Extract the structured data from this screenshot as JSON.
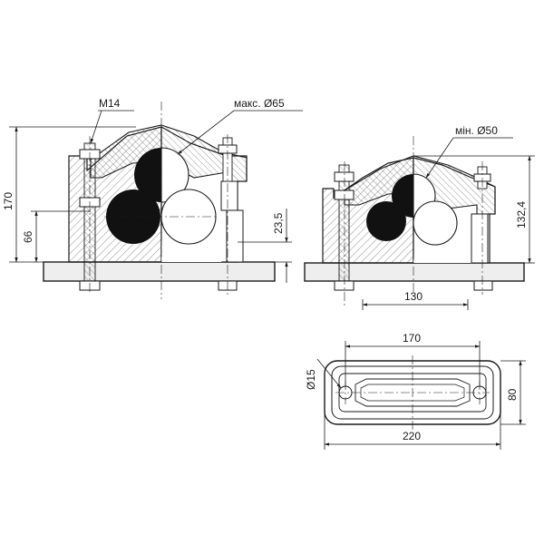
{
  "drawing": {
    "title": "",
    "labels": {
      "bolt": "M14",
      "max_diameter": "макс. Ø65",
      "min_diameter": "мін. Ø50",
      "hole_diameter": "Ø15"
    },
    "dimensions": {
      "left_height_total": "170",
      "left_height_base": "66",
      "left_height_small": "23,5",
      "right_height": "132,4",
      "right_bolt_spacing": "130",
      "plan_bolt_spacing": "170",
      "plan_width": "80",
      "plan_length": "220"
    },
    "colors": {
      "line": "#1a1a1a",
      "cable": "#111111",
      "plate": "#eeeeee",
      "hatch": "#555555"
    }
  }
}
